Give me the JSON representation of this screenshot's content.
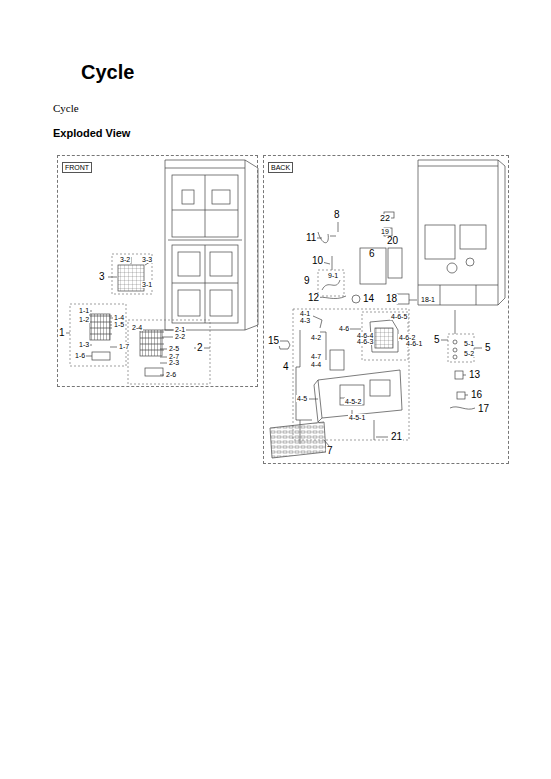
{
  "diagram": {
    "title": "Cycle",
    "nodes": [
      {
        "text": [
          "FRONT"
        ]
      },
      {
        "text": [
          "BACK"
        ]
      }
    ],
    "labels": [
      "Cycle",
      "Exploded View",
      "3-2",
      "3-3",
      "3",
      "3-1",
      "1-1",
      "1-4",
      "1-2",
      "1-5",
      "1",
      "1-3",
      "1-7",
      "1-6",
      "2-4",
      "2-1",
      "2-2",
      "2",
      "2-5",
      "2-7",
      "2-3",
      "2-6",
      "8",
      "22",
      "11",
      "19",
      "20",
      "10",
      "6",
      "9-1",
      "9",
      "12",
      "14",
      "18",
      "18-1",
      "4-1",
      "4-3",
      "4-6",
      "4-6-5",
      "15",
      "4-2",
      "4-6-4",
      "4-6-3",
      "4-6-2",
      "4-6-1",
      "5",
      "5",
      "5-1",
      "5-2",
      "4",
      "4-7",
      "4-4",
      "13",
      "4-5",
      "4-5-2",
      "16",
      "17",
      "4-5-1",
      "21",
      "7"
    ]
  }
}
